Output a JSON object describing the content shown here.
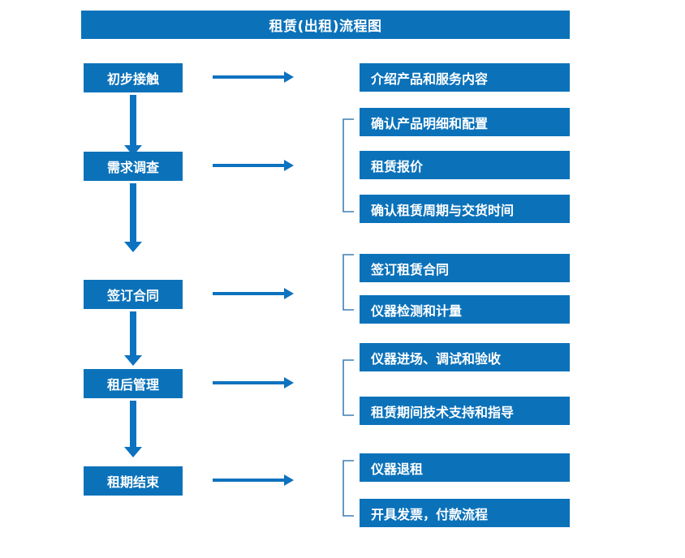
{
  "diagram": {
    "title": "租赁(出租)流程图",
    "colors": {
      "box_fill": "#0b72ba",
      "box_text": "#ffffff",
      "arrow": "#0d72bf",
      "bracket": "#3f7fb5",
      "background": "#ffffff"
    },
    "stages": [
      {
        "id": "stage-1",
        "label": "初步接触",
        "details": [
          "介绍产品和服务内容"
        ],
        "has_bracket": false,
        "has_down_arrow": true
      },
      {
        "id": "stage-2",
        "label": "需求调查",
        "details": [
          "确认产品明细和配置",
          "租赁报价",
          "确认租赁周期与交货时间"
        ],
        "has_bracket": true,
        "has_down_arrow": true
      },
      {
        "id": "stage-3",
        "label": "签订合同",
        "details": [
          "签订租赁合同",
          "仪器检测和计量"
        ],
        "has_bracket": true,
        "has_down_arrow": true
      },
      {
        "id": "stage-4",
        "label": "租后管理",
        "details": [
          "仪器进场、调试和验收",
          "租赁期间技术支持和指导"
        ],
        "has_bracket": true,
        "has_down_arrow": true
      },
      {
        "id": "stage-5",
        "label": "租期结束",
        "details": [
          "仪器退租",
          "开具发票，付款流程"
        ],
        "has_bracket": true,
        "has_down_arrow": false
      }
    ],
    "icons": {
      "arrow_right": "arrow-right-icon",
      "arrow_down": "arrow-down-icon",
      "bracket": "group-bracket-icon"
    }
  }
}
